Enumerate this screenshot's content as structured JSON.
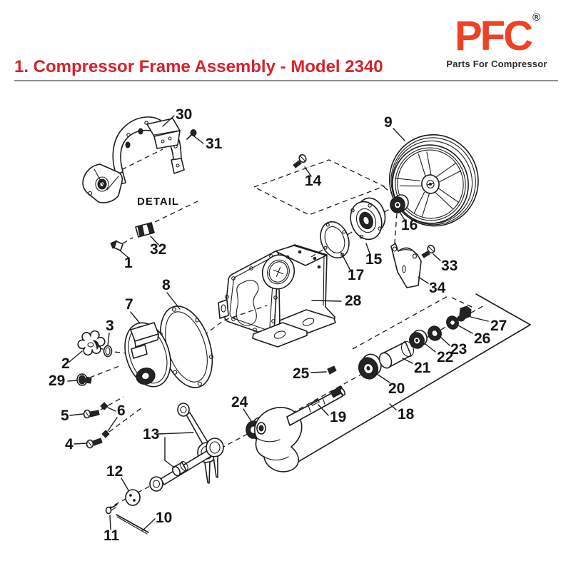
{
  "header": {
    "title": "1. Compressor Frame Assembly - Model 2340",
    "logo": {
      "name": "PFC",
      "registered_mark": "®",
      "tagline": "Parts For Compressor"
    },
    "colors": {
      "title_red": "#d9232b",
      "logo_red": "#ef4123",
      "tagline_black": "#2e2a28",
      "separator_gray": "#8f8f8f",
      "diagram_ink": "#1c1c1c"
    }
  },
  "diagram": {
    "detail_caption": "DETAIL",
    "labels": [
      "1",
      "2",
      "3",
      "4",
      "5",
      "6",
      "7",
      "8",
      "9",
      "10",
      "11",
      "12",
      "13",
      "14",
      "15",
      "16",
      "17",
      "18",
      "19",
      "20",
      "21",
      "22",
      "23",
      "24",
      "25",
      "26",
      "27",
      "28",
      "29",
      "30",
      "31",
      "32",
      "33",
      "34"
    ]
  }
}
